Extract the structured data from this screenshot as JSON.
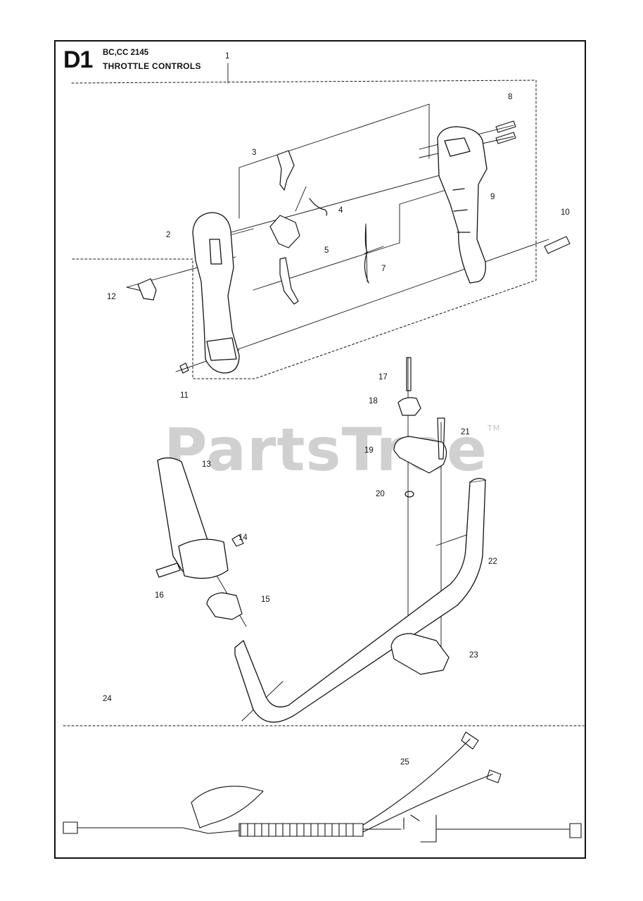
{
  "header": {
    "section_code": "D1",
    "model": "BC,CC 2145",
    "title": "THROTTLE CONTROLS"
  },
  "watermark": {
    "text": "PartsTree",
    "mark": "TM"
  },
  "colors": {
    "line": "#111111",
    "frame": "#111111",
    "watermark": "#d0d0d0"
  },
  "part_labels": [
    "1",
    "2",
    "3",
    "4",
    "5",
    "7",
    "8",
    "9",
    "10",
    "11",
    "12",
    "13",
    "14",
    "15",
    "16",
    "17",
    "18",
    "19",
    "20",
    "21",
    "22",
    "23",
    "24",
    "25"
  ]
}
